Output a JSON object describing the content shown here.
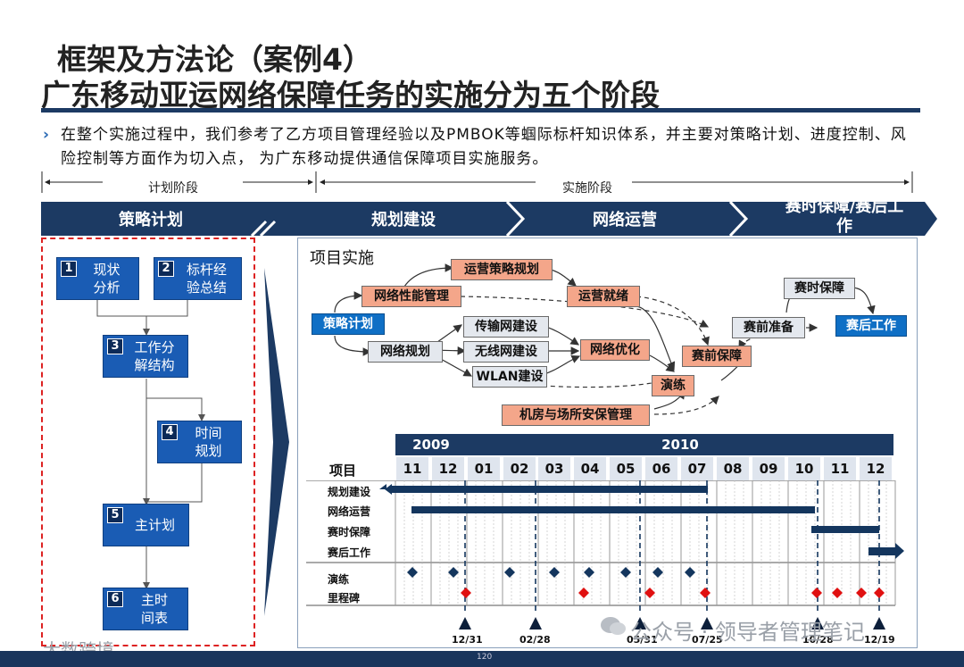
{
  "title": {
    "line1": "框架及方法论（案例4）",
    "line2": "广东移动亚运网络保障任务的实施分为五个阶段"
  },
  "intro": {
    "bullet": "›",
    "text": "在整个实施过程中，我们参考了乙方项目管理经验以及PMBOK等蝈际标杆知识体系，并主要对策略计划、进度控制、风险控制等方面作为切入点，  为广东移动提供通信保障项目实施服务。"
  },
  "phases": {
    "plan_stage": "计划阶段",
    "impl_stage": "实施阶段",
    "bar": [
      "策略计划",
      "规划建设",
      "网络运营",
      "赛时保障/赛后工作"
    ]
  },
  "steps": [
    {
      "num": "1",
      "label": "现状\n分析"
    },
    {
      "num": "2",
      "label": "标杆经\n验总结"
    },
    {
      "num": "3",
      "label": "工作分\n解结构"
    },
    {
      "num": "4",
      "label": "时间\n规划"
    },
    {
      "num": "5",
      "label": "主计划"
    },
    {
      "num": "6",
      "label": "主时\n间表"
    }
  ],
  "panel": {
    "title": "项目实施",
    "nodes": {
      "yunying_celue": "运营策略规划",
      "xingneng": "网络性能管理",
      "yunying_jiuxu": "运营就绪",
      "celue_jihua": "策略计划",
      "wangluo_guihua": "网络规划",
      "chuanshu": "传输网建设",
      "wuxian": "无线网建设",
      "wlan": "WLAN建设",
      "youhua": "网络优化",
      "yanlian": "演练",
      "saiqian_baozhang": "赛前保障",
      "saiqian_zhunbei": "赛前准备",
      "saishi_baozhang": "赛时保障",
      "saihou": "赛后工作",
      "jifang": "机房与场所安保管理"
    }
  },
  "gantt": {
    "years": [
      "2009",
      "2010"
    ],
    "header_label": "项目",
    "months": [
      "11",
      "12",
      "01",
      "02",
      "03",
      "04",
      "05",
      "06",
      "07",
      "08",
      "09",
      "10",
      "11",
      "12"
    ],
    "rows": [
      "规划建设",
      "网络运营",
      "赛时保障",
      "赛后工作",
      "演练",
      "里程碑"
    ],
    "bars": [
      {
        "row": "规划建设",
        "start": "11 (2009)",
        "end": "07 (2010)"
      },
      {
        "row": "网络运营",
        "start": "11 (2009)",
        "end": "10 (2010)"
      },
      {
        "row": "赛时保障",
        "start": "10 (2010)",
        "end": "12 (2010)"
      },
      {
        "row": "赛后工作",
        "start": "12 (2010)",
        "end": "12 (2010)"
      }
    ],
    "milestone_dates": [
      "12/31",
      "02/28",
      "05/31",
      "07/25",
      "10/28",
      "12/19"
    ]
  },
  "footer": {
    "page_num": "120",
    "watermark_left": "大数跨境",
    "watermark_right": "公众号 · 领导者管理笔记"
  },
  "colors": {
    "navy": "#1c3a63",
    "step_blue": "#1a5cb4",
    "salmon": "#f4a68a",
    "red_dashed": "#dd2222",
    "diamond_red": "#e01010",
    "diamond_navy": "#14365e"
  }
}
